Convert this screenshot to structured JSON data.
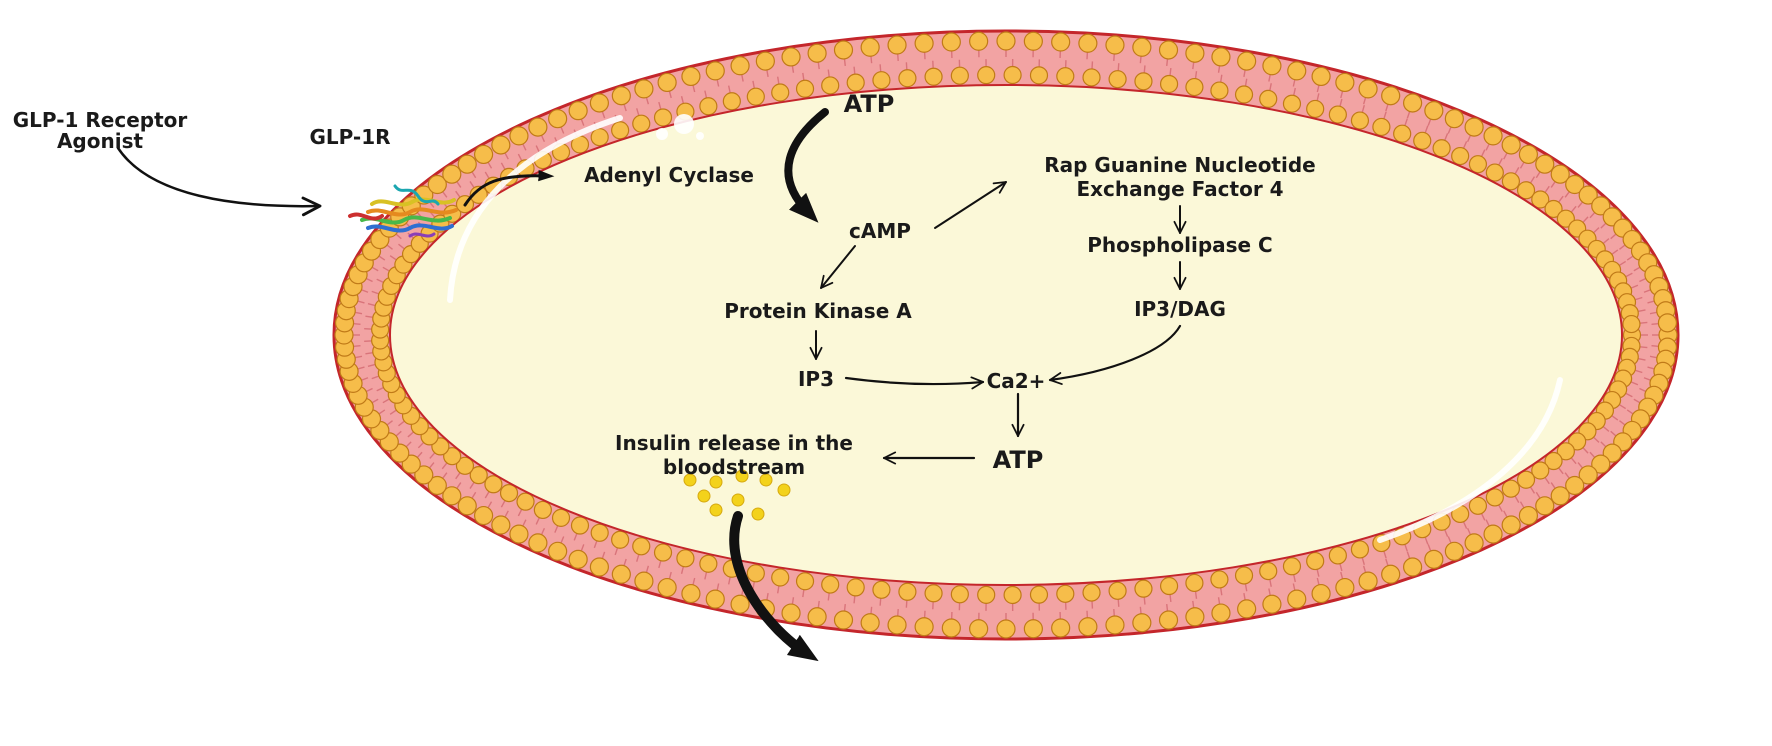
{
  "labels": {
    "agonist_line1": "GLP-1 Receptor",
    "agonist_line2": "Agonist",
    "receptor": "GLP-1R",
    "adenyl_cyclase": "Adenyl Cyclase",
    "atp_top": "ATP",
    "camp": "cAMP",
    "epac_line1": "Rap Guanine Nucleotide",
    "epac_line2": "Exchange Factor 4",
    "plc": "Phospholipase C",
    "ip3dag": "IP3/DAG",
    "pka": "Protein Kinase A",
    "ip3": "IP3",
    "ca": "Ca2+",
    "atp_bottom": "ATP",
    "insulin_line1": "Insulin release in the",
    "insulin_line2": "bloodstream"
  },
  "colors": {
    "membrane_band": "#f2a3a3",
    "membrane_edge": "#c4262b",
    "lipid_head": "#f6bd4a",
    "lipid_head_edge": "#c07a18",
    "cytoplasm": "#fbf8d8",
    "insulin_granule": "#f3d21b",
    "arrow": "#111111"
  },
  "icons": {
    "receptor": "glp1r-protein-structure-icon",
    "granules": "insulin-granule-icon"
  }
}
